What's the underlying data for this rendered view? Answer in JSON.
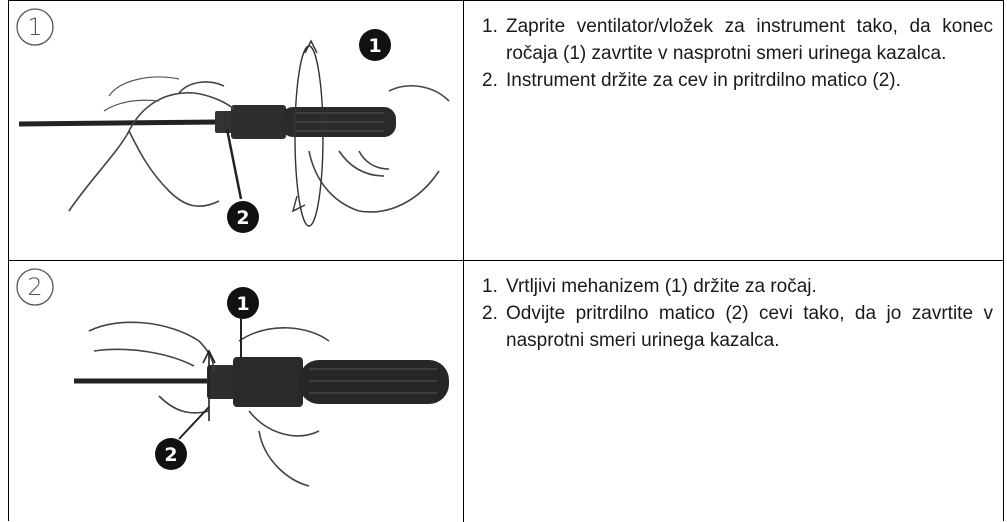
{
  "steps": [
    {
      "number": "1",
      "callouts": [
        "1",
        "2"
      ],
      "instructions": [
        {
          "num": "1.",
          "text": "Zaprite ventilator/vložek za instrument tako, da konec ročaja (1) zavrtite v nasprotni smeri urinega kazalca."
        },
        {
          "num": "2.",
          "text": "Instrument držite za cev in pritrdilno matico (2)."
        }
      ]
    },
    {
      "number": "2",
      "callouts": [
        "1",
        "2"
      ],
      "instructions": [
        {
          "num": "1.",
          "text": "Vrtljivi mehanizem (1) držite za ročaj."
        },
        {
          "num": "2.",
          "text": "Odvijte pritrdilno matico (2) cevi tako, da jo zavrtite v nasprotni smeri urinega kazalca."
        }
      ]
    }
  ]
}
